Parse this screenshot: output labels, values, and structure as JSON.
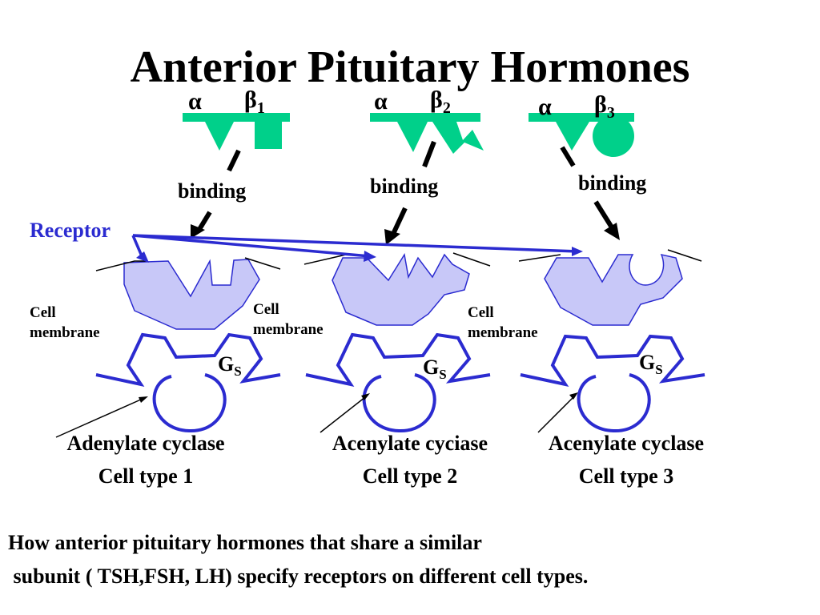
{
  "title": "Anterior Pituitary Hormones",
  "hormones": [
    {
      "alpha": "α",
      "beta": "β",
      "beta_index": "1",
      "binding": "binding"
    },
    {
      "alpha": "α",
      "beta": "β",
      "beta_index": "2",
      "binding": "binding"
    },
    {
      "alpha": "α",
      "beta": "β",
      "beta_index": "3",
      "binding": "binding"
    }
  ],
  "receptor_label": "Receptor",
  "cells": [
    {
      "membrane_line1": "Cell",
      "membrane_line2": "membrane",
      "gs": "G",
      "gs_sub": "S",
      "enzyme": "Adenylate cyclase",
      "cell_type": "Cell type 1"
    },
    {
      "membrane_line1": "Cell",
      "membrane_line2": "membrane",
      "gs": "G",
      "gs_sub": "S",
      "enzyme": "Acenylate cyciase",
      "cell_type": "Cell type 2"
    },
    {
      "membrane_line1": "Cell",
      "membrane_line2": "membrane",
      "gs": "G",
      "gs_sub": "S",
      "enzyme": "Acenylate cyclase",
      "cell_type": "Cell type 3"
    }
  ],
  "caption": {
    "line1": "How anterior pituitary hormones that share a similar",
    "line2": " subunit ( TSH,FSH, LH) specify receptors on different cell types."
  },
  "colors": {
    "hormone": "#00d08a",
    "receptor_fill": "#c8c8f8",
    "membrane": "#2b2bd0",
    "receptor_text": "#2b2bd0"
  }
}
